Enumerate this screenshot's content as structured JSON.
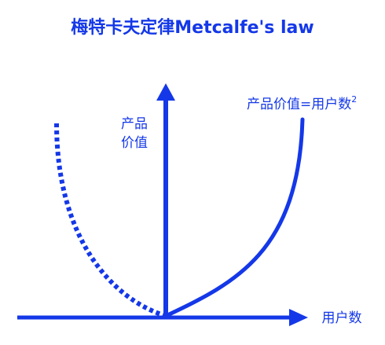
{
  "title": "梅特卡夫定律Metcalfe's law",
  "y_axis_label_line1": "产品",
  "y_axis_label_line2": "价值",
  "x_axis_label": "用户数",
  "formula_text": "产品价值=用户数",
  "formula_exponent": "2",
  "colors": {
    "accent": "#1438e8",
    "background": "#ffffff"
  }
}
